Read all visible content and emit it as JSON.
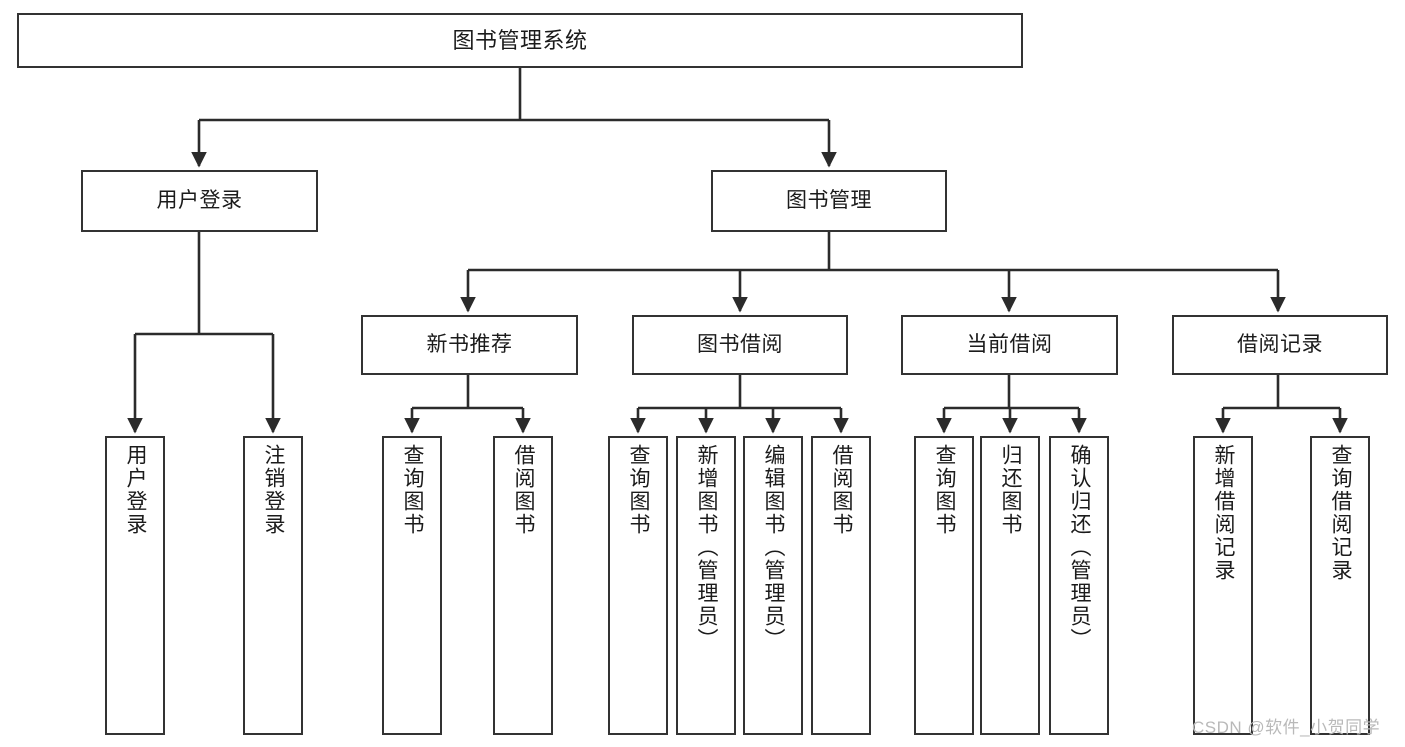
{
  "diagram": {
    "title": "图书管理系统",
    "type": "tree-structure-chart",
    "colors": {
      "box_border": "#333333",
      "box_fill": "#ffffff",
      "edge": "#2b2b2b",
      "text": "#1b1b1b",
      "watermark": "#b9b9b9",
      "background": "#ffffff"
    },
    "watermark": "CSDN @软件_小贺同学",
    "levels": {
      "root": {
        "label": "图书管理系统"
      },
      "level2": [
        {
          "id": "user-login",
          "label": "用户登录"
        },
        {
          "id": "book-management",
          "label": "图书管理"
        }
      ],
      "level3": [
        {
          "id": "new-book-recommend",
          "label": "新书推荐",
          "parent": "book-management"
        },
        {
          "id": "book-borrow",
          "label": "图书借阅",
          "parent": "book-management"
        },
        {
          "id": "current-borrow",
          "label": "当前借阅",
          "parent": "book-management"
        },
        {
          "id": "borrow-record",
          "label": "借阅记录",
          "parent": "book-management"
        }
      ],
      "leaves": [
        {
          "id": "leaf-user-login",
          "label": "用户登录",
          "parent": "user-login"
        },
        {
          "id": "leaf-logout",
          "label": "注销登录",
          "parent": "user-login"
        },
        {
          "id": "leaf-query-book-1",
          "label": "查询图书",
          "parent": "new-book-recommend"
        },
        {
          "id": "leaf-borrow-book-1",
          "label": "借阅图书",
          "parent": "new-book-recommend"
        },
        {
          "id": "leaf-query-book-2",
          "label": "查询图书",
          "parent": "book-borrow"
        },
        {
          "id": "leaf-add-book",
          "label": "新增图书（管理员）",
          "parent": "book-borrow"
        },
        {
          "id": "leaf-edit-book",
          "label": "编辑图书（管理员）",
          "parent": "book-borrow"
        },
        {
          "id": "leaf-borrow-book-2",
          "label": "借阅图书",
          "parent": "book-borrow"
        },
        {
          "id": "leaf-query-book-3",
          "label": "查询图书",
          "parent": "current-borrow"
        },
        {
          "id": "leaf-return-book",
          "label": "归还图书",
          "parent": "current-borrow"
        },
        {
          "id": "leaf-confirm-return",
          "label": "确认归还（管理员）",
          "parent": "current-borrow"
        },
        {
          "id": "leaf-add-record",
          "label": "新增借阅记录",
          "parent": "borrow-record"
        },
        {
          "id": "leaf-query-record",
          "label": "查询借阅记录",
          "parent": "borrow-record"
        }
      ]
    }
  }
}
